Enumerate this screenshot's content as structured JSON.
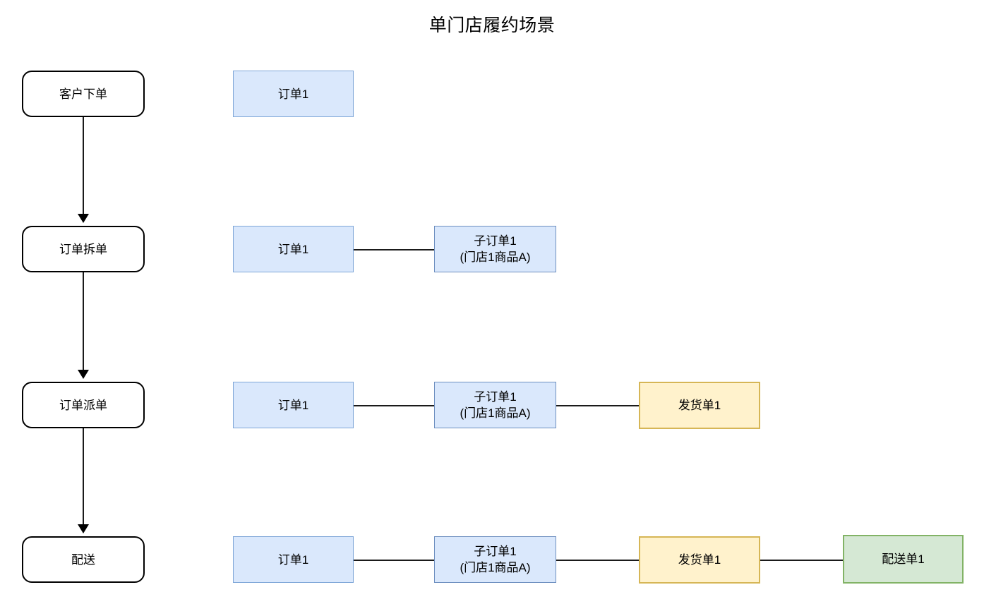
{
  "diagram": {
    "title": "单门店履约场景",
    "type": "flow-diagram",
    "stages": [
      {
        "id": "stage-1",
        "label": "客户下单"
      },
      {
        "id": "stage-2",
        "label": "订单拆单"
      },
      {
        "id": "stage-3",
        "label": "订单派单"
      },
      {
        "id": "stage-4",
        "label": "配送"
      }
    ],
    "rows": [
      {
        "stage": "客户下单",
        "nodes": [
          {
            "label": "订单1",
            "kind": "order"
          }
        ]
      },
      {
        "stage": "订单拆单",
        "nodes": [
          {
            "label": "订单1",
            "kind": "order"
          },
          {
            "label": "子订单1\n(门店1商品A)",
            "kind": "suborder"
          }
        ]
      },
      {
        "stage": "订单派单",
        "nodes": [
          {
            "label": "订单1",
            "kind": "order"
          },
          {
            "label": "子订单1\n(门店1商品A)",
            "kind": "suborder"
          },
          {
            "label": "发货单1",
            "kind": "shipment"
          }
        ]
      },
      {
        "stage": "配送",
        "nodes": [
          {
            "label": "订单1",
            "kind": "order"
          },
          {
            "label": "子订单1\n(门店1商品A)",
            "kind": "suborder"
          },
          {
            "label": "发货单1",
            "kind": "shipment"
          },
          {
            "label": "配送单1",
            "kind": "delivery"
          }
        ]
      }
    ],
    "colors": {
      "order_fill": "#dae8fc",
      "order_stroke": "#6c8ebf",
      "shipment_fill": "#fff2cc",
      "shipment_stroke": "#d6b656",
      "delivery_fill": "#d5e8d4",
      "delivery_stroke": "#82b366",
      "stage_fill": "#ffffff",
      "stage_stroke": "#000000",
      "connector": "#1a1a1a",
      "background": "#ffffff"
    }
  }
}
